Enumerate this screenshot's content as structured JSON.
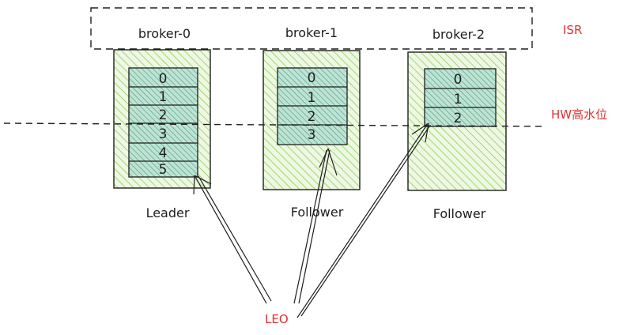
{
  "isr_label": "ISR",
  "hw_label": "HW高水位",
  "leo_label": "LEO",
  "brokers": [
    {
      "name": "broker-0",
      "role": "Leader",
      "offsets": [
        "0",
        "1",
        "2",
        "3",
        "4",
        "5"
      ]
    },
    {
      "name": "broker-1",
      "role": "Follower",
      "offsets": [
        "0",
        "1",
        "2",
        "3"
      ]
    },
    {
      "name": "broker-2",
      "role": "Follower",
      "offsets": [
        "0",
        "1",
        "2"
      ]
    }
  ],
  "colors": {
    "ink": "#1e1e1e",
    "accent_red": "#e03131",
    "broker_fill": "#b2f2bb",
    "hatch_green": "#8ccf5a",
    "cell_fill": "#a5d8ff",
    "cell_hatch": "#4a9d8f"
  }
}
